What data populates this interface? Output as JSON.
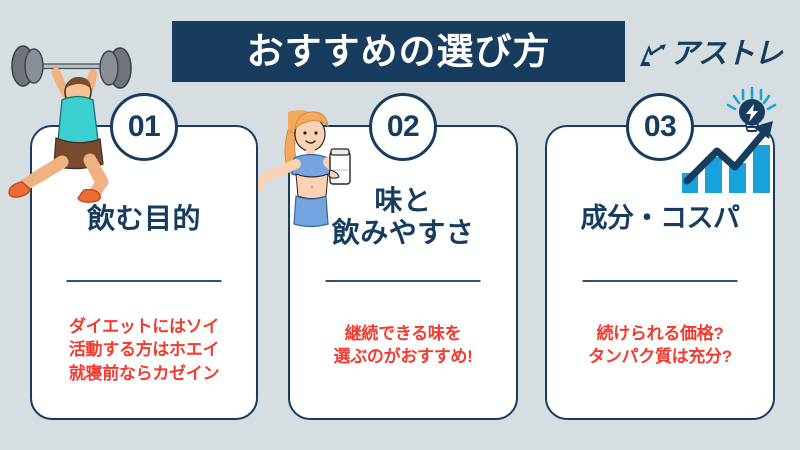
{
  "header": {
    "title": "おすすめの選び方",
    "banner_color": "#173c5e",
    "logo_text": "アストレ",
    "logo_icon": "a-arrow-logo-icon"
  },
  "background_color": "#d6dee2",
  "accent_colors": {
    "navy": "#173c5e",
    "red": "#f23b2f",
    "blue": "#17a2dc",
    "teal": "#3ccfcf",
    "orange": "#ef6c33"
  },
  "cards": [
    {
      "number": "01",
      "title": "飲む目的",
      "note": "ダイエットにはソイ\n活動する方はホエイ\n就寝前ならカゼイン",
      "illustration": "weightlifter-illustration"
    },
    {
      "number": "02",
      "title": "味と\n飲みやすさ",
      "note": "継続できる味を\n選ぶのがおすすめ!",
      "illustration": "woman-with-shaker-illustration"
    },
    {
      "number": "03",
      "title": "成分・コスパ",
      "note": "続けられる価格?\nタンパク質は充分?",
      "illustration": "growth-chart-lightbulb-illustration"
    }
  ]
}
